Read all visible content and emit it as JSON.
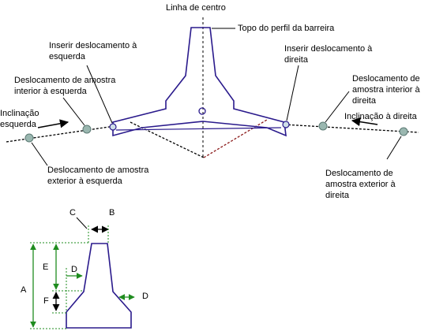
{
  "labels": {
    "centerline": "Linha de centro",
    "barrier_top": "Topo do perfil da barreira",
    "insert_left_1": "Inserir deslocamento à",
    "insert_left_2": "esquerda",
    "insert_right_1": "Inserir deslocamento à",
    "insert_right_2": "direita",
    "interior_left_1": "Deslocamento de amostra",
    "interior_left_2": "interior à esquerda",
    "interior_right_1": "Deslocamento de",
    "interior_right_2": "amostra interior à",
    "interior_right_3": "direita",
    "slope_left_1": "Inclinação",
    "slope_left_2": "esquerda",
    "slope_right": "Inclinação à direita",
    "exterior_left_1": "Deslocamento de amostra",
    "exterior_left_2": "exterior à esquerda",
    "exterior_right_1": "Deslocamento de",
    "exterior_right_2": "amostra exterior à",
    "exterior_right_3": "direita"
  },
  "dimensions": {
    "A": "A",
    "B": "B",
    "C": "C",
    "D_inner": "D",
    "D_outer": "D",
    "E": "E",
    "F": "F"
  },
  "colors": {
    "barrier": "#2a1a8c",
    "dimension": "#1f8c1f",
    "sample_point": "#9ab7b0",
    "subgrade": "#8b1a1a"
  }
}
